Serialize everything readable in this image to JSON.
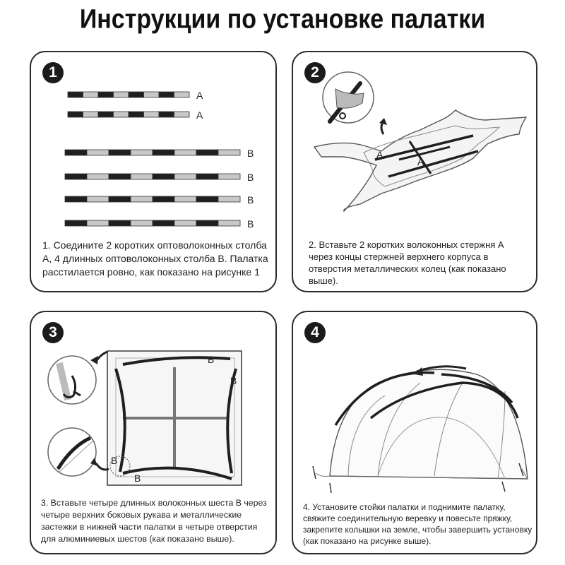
{
  "title": "Инструкции по установке палатки",
  "colors": {
    "rod_dark": "#1f1f1f",
    "rod_light": "#c8c8c8",
    "border": "#2a2a2a",
    "badge": "#1b1b1b"
  },
  "steps": [
    {
      "number": "1",
      "caption": "1. Соедините 2 коротких оптоволоконных столба А, 4 длинных оптоволоконных столба В. Палатка расстилается ровно, как показано на рисунке 1",
      "rods": [
        {
          "label": "A",
          "type": "short"
        },
        {
          "label": "A",
          "type": "short"
        },
        {
          "label": "B",
          "type": "long"
        },
        {
          "label": "B",
          "type": "long"
        },
        {
          "label": "B",
          "type": "long"
        },
        {
          "label": "B",
          "type": "long"
        }
      ]
    },
    {
      "number": "2",
      "caption": "2. Вставьте 2 коротких волоконных стержня А через концы стержней верхнего корпуса в отверстия металлических колец (как показано выше).",
      "labels": [
        "A",
        "A"
      ]
    },
    {
      "number": "3",
      "caption": "3. Вставьте четыре длинных волоконных шеста В через четыре верхних боковых рукава и металлические застежки в нижней части палатки в четыре отверстия для алюминиевых шестов (как показано выше).",
      "labels": [
        "B",
        "B",
        "B",
        "B"
      ]
    },
    {
      "number": "4",
      "caption": "4. Установите стойки палатки и поднимите палатку, свяжите соединительную веревку и повесьте пряжку, закрепите колышки на земле, чтобы завершить установку (как показано на рисунке выше)."
    }
  ]
}
